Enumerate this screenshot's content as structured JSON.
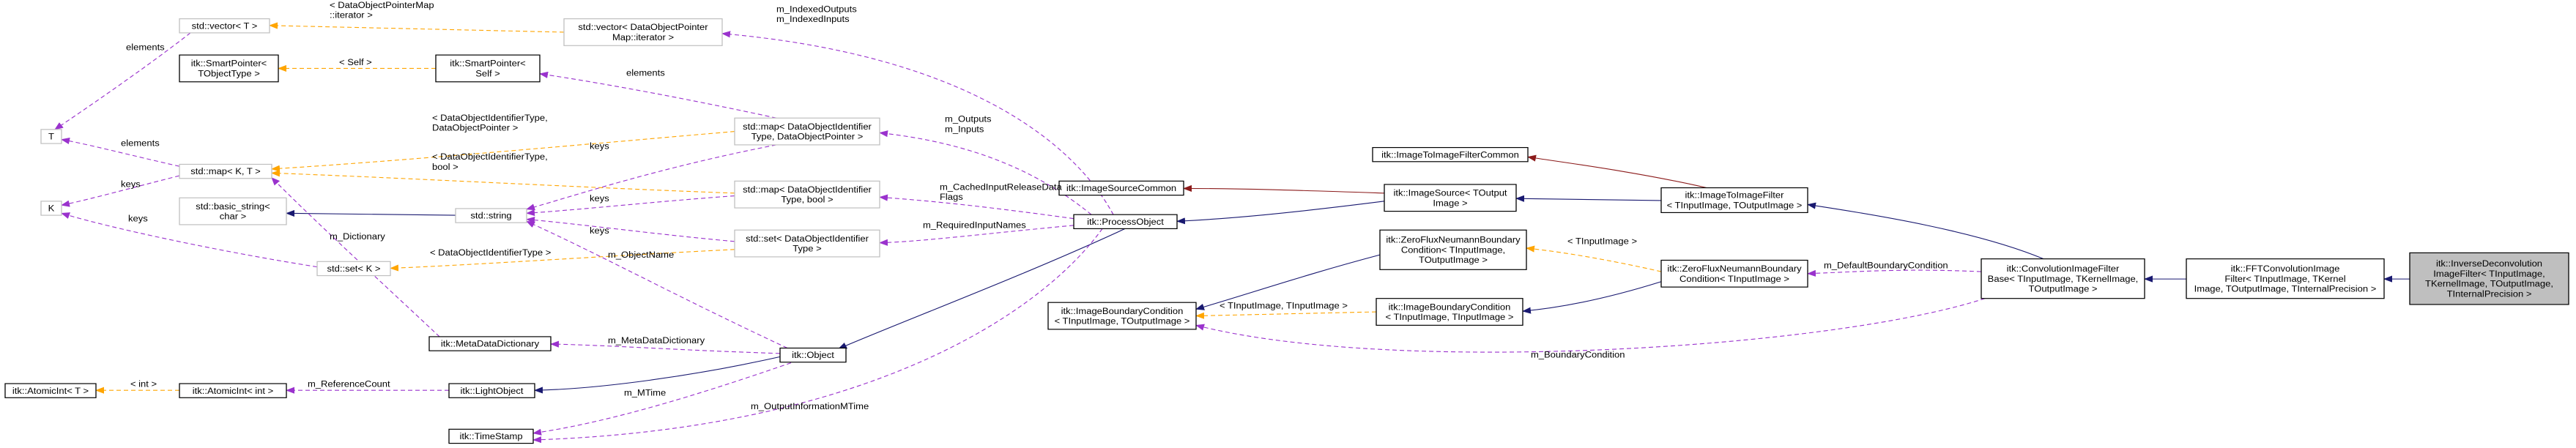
{
  "colors": {
    "inheritance": "#191970",
    "usage": "#9a32cd",
    "template": "#ffa500",
    "private_inheritance": "#8b1a1a",
    "highlight_fill": "#bfbfbf",
    "border_gray": "#bfbfbf",
    "border_black": "#000000"
  },
  "nodes": {
    "inverse_deconvolution": {
      "lines": [
        "itk::InverseDeconvolution",
        "ImageFilter< TInputImage,",
        "TKernelImage, TOutputImage,",
        "TInternalPrecision >"
      ]
    },
    "fft_convolution": {
      "lines": [
        "itk::FFTConvolutionImage",
        "Filter< TInputImage, TKernel",
        "Image, TOutputImage, TInternalPrecision >"
      ]
    },
    "convolution_base": {
      "lines": [
        "itk::ConvolutionImageFilter",
        "Base< TInputImage, TKernelImage,",
        "TOutputImage >"
      ]
    },
    "image_to_image_filter": {
      "lines": [
        "itk::ImageToImageFilter",
        "< TInputImage, TOutputImage >"
      ]
    },
    "image_to_image_filter_common": {
      "lines": [
        "itk::ImageToImageFilterCommon"
      ]
    },
    "image_source": {
      "lines": [
        "itk::ImageSource< TOutput",
        "Image >"
      ]
    },
    "image_source_common": {
      "lines": [
        "itk::ImageSourceCommon"
      ]
    },
    "process_object": {
      "lines": [
        "itk::ProcessObject"
      ]
    },
    "object": {
      "lines": [
        "itk::Object"
      ]
    },
    "light_object": {
      "lines": [
        "itk::LightObject"
      ]
    },
    "atomic_int": {
      "lines": [
        "itk::AtomicInt< int >"
      ]
    },
    "atomic_int_t": {
      "lines": [
        "itk::AtomicInt< T >"
      ]
    },
    "time_stamp": {
      "lines": [
        "itk::TimeStamp"
      ]
    },
    "meta_data_dictionary": {
      "lines": [
        "itk::MetaDataDictionary"
      ]
    },
    "std_string": {
      "lines": [
        "std::string"
      ]
    },
    "std_basic_string": {
      "lines": [
        "std::basic_string<",
        "char >"
      ]
    },
    "std_map_kt": {
      "lines": [
        "std::map< K, T >"
      ]
    },
    "t_param": {
      "lines": [
        "T"
      ]
    },
    "k_param": {
      "lines": [
        "K"
      ]
    },
    "std_set_k": {
      "lines": [
        "std::set< K >"
      ]
    },
    "std_vector_t": {
      "lines": [
        "std::vector< T >"
      ]
    },
    "smart_pointer_type": {
      "lines": [
        "itk::SmartPointer<",
        "TObjectType >"
      ]
    },
    "smart_pointer_self": {
      "lines": [
        "itk::SmartPointer<",
        "Self >"
      ]
    },
    "vector_iterator": {
      "lines": [
        "std::vector< DataObjectPointer",
        "Map::iterator >"
      ]
    },
    "map_pointer": {
      "lines": [
        "std::map< DataObjectIdentifier",
        "Type, DataObjectPointer >"
      ]
    },
    "map_bool": {
      "lines": [
        "std::map< DataObjectIdentifier",
        "Type, bool >"
      ]
    },
    "set_identifier": {
      "lines": [
        "std::set< DataObjectIdentifier",
        "Type >"
      ]
    },
    "zero_flux_base": {
      "lines": [
        "itk::ZeroFluxNeumannBoundary",
        "Condition< TInputImage,",
        "TOutputImage >"
      ]
    },
    "zero_flux_input": {
      "lines": [
        "itk::ZeroFluxNeumannBoundary",
        "Condition< TInputImage >"
      ]
    },
    "boundary_condition_base": {
      "lines": [
        "itk::ImageBoundaryCondition",
        "< TInputImage, TOutputImage >"
      ]
    },
    "boundary_condition_input": {
      "lines": [
        "itk::ImageBoundaryCondition",
        "< TInputImage, TInputImage >"
      ]
    }
  },
  "edge_labels": {
    "elements_t": [
      "elements"
    ],
    "self_ptr": [
      "< Self >"
    ],
    "iter_tmpl": [
      "< DataObjectPointerMap",
      "::iterator >"
    ],
    "indexed": [
      "m_IndexedOutputs",
      "m_IndexedInputs"
    ],
    "elements_sp": [
      "elements"
    ],
    "outputs_inputs": [
      "m_Outputs",
      "m_Inputs"
    ],
    "map_ptr_tmpl": [
      "< DataObjectIdentifierType,",
      "DataObjectPointer >"
    ],
    "map_bool_tmpl": [
      "< DataObjectIdentifierType,",
      "bool >"
    ],
    "keys_map_ptr": [
      "keys"
    ],
    "keys_map_bool": [
      "keys"
    ],
    "keys_set": [
      "keys"
    ],
    "elements_map": [
      "elements"
    ],
    "keys_k_map": [
      "keys"
    ],
    "keys_k_set": [
      "keys"
    ],
    "dictionary": [
      "m_Dictionary"
    ],
    "cached": [
      "m_CachedInputReleaseData",
      "Flags"
    ],
    "required": [
      "m_RequiredInputNames"
    ],
    "set_tmpl": [
      "< DataObjectIdentifierType >"
    ],
    "object_name": [
      "m_ObjectName"
    ],
    "meta_dict": [
      "m_MetaDataDictionary"
    ],
    "ref_count": [
      "m_ReferenceCount"
    ],
    "int_tmpl": [
      "< int >"
    ],
    "mtime": [
      "m_MTime"
    ],
    "output_mtime": [
      "m_OutputInformationMTime"
    ],
    "input_tmpl": [
      "< TInputImage >"
    ],
    "bc_tmpl": [
      "< TInputImage, TInputImage >"
    ],
    "default_bc": [
      "m_DefaultBoundaryCondition"
    ],
    "bc": [
      "m_BoundaryCondition"
    ]
  }
}
